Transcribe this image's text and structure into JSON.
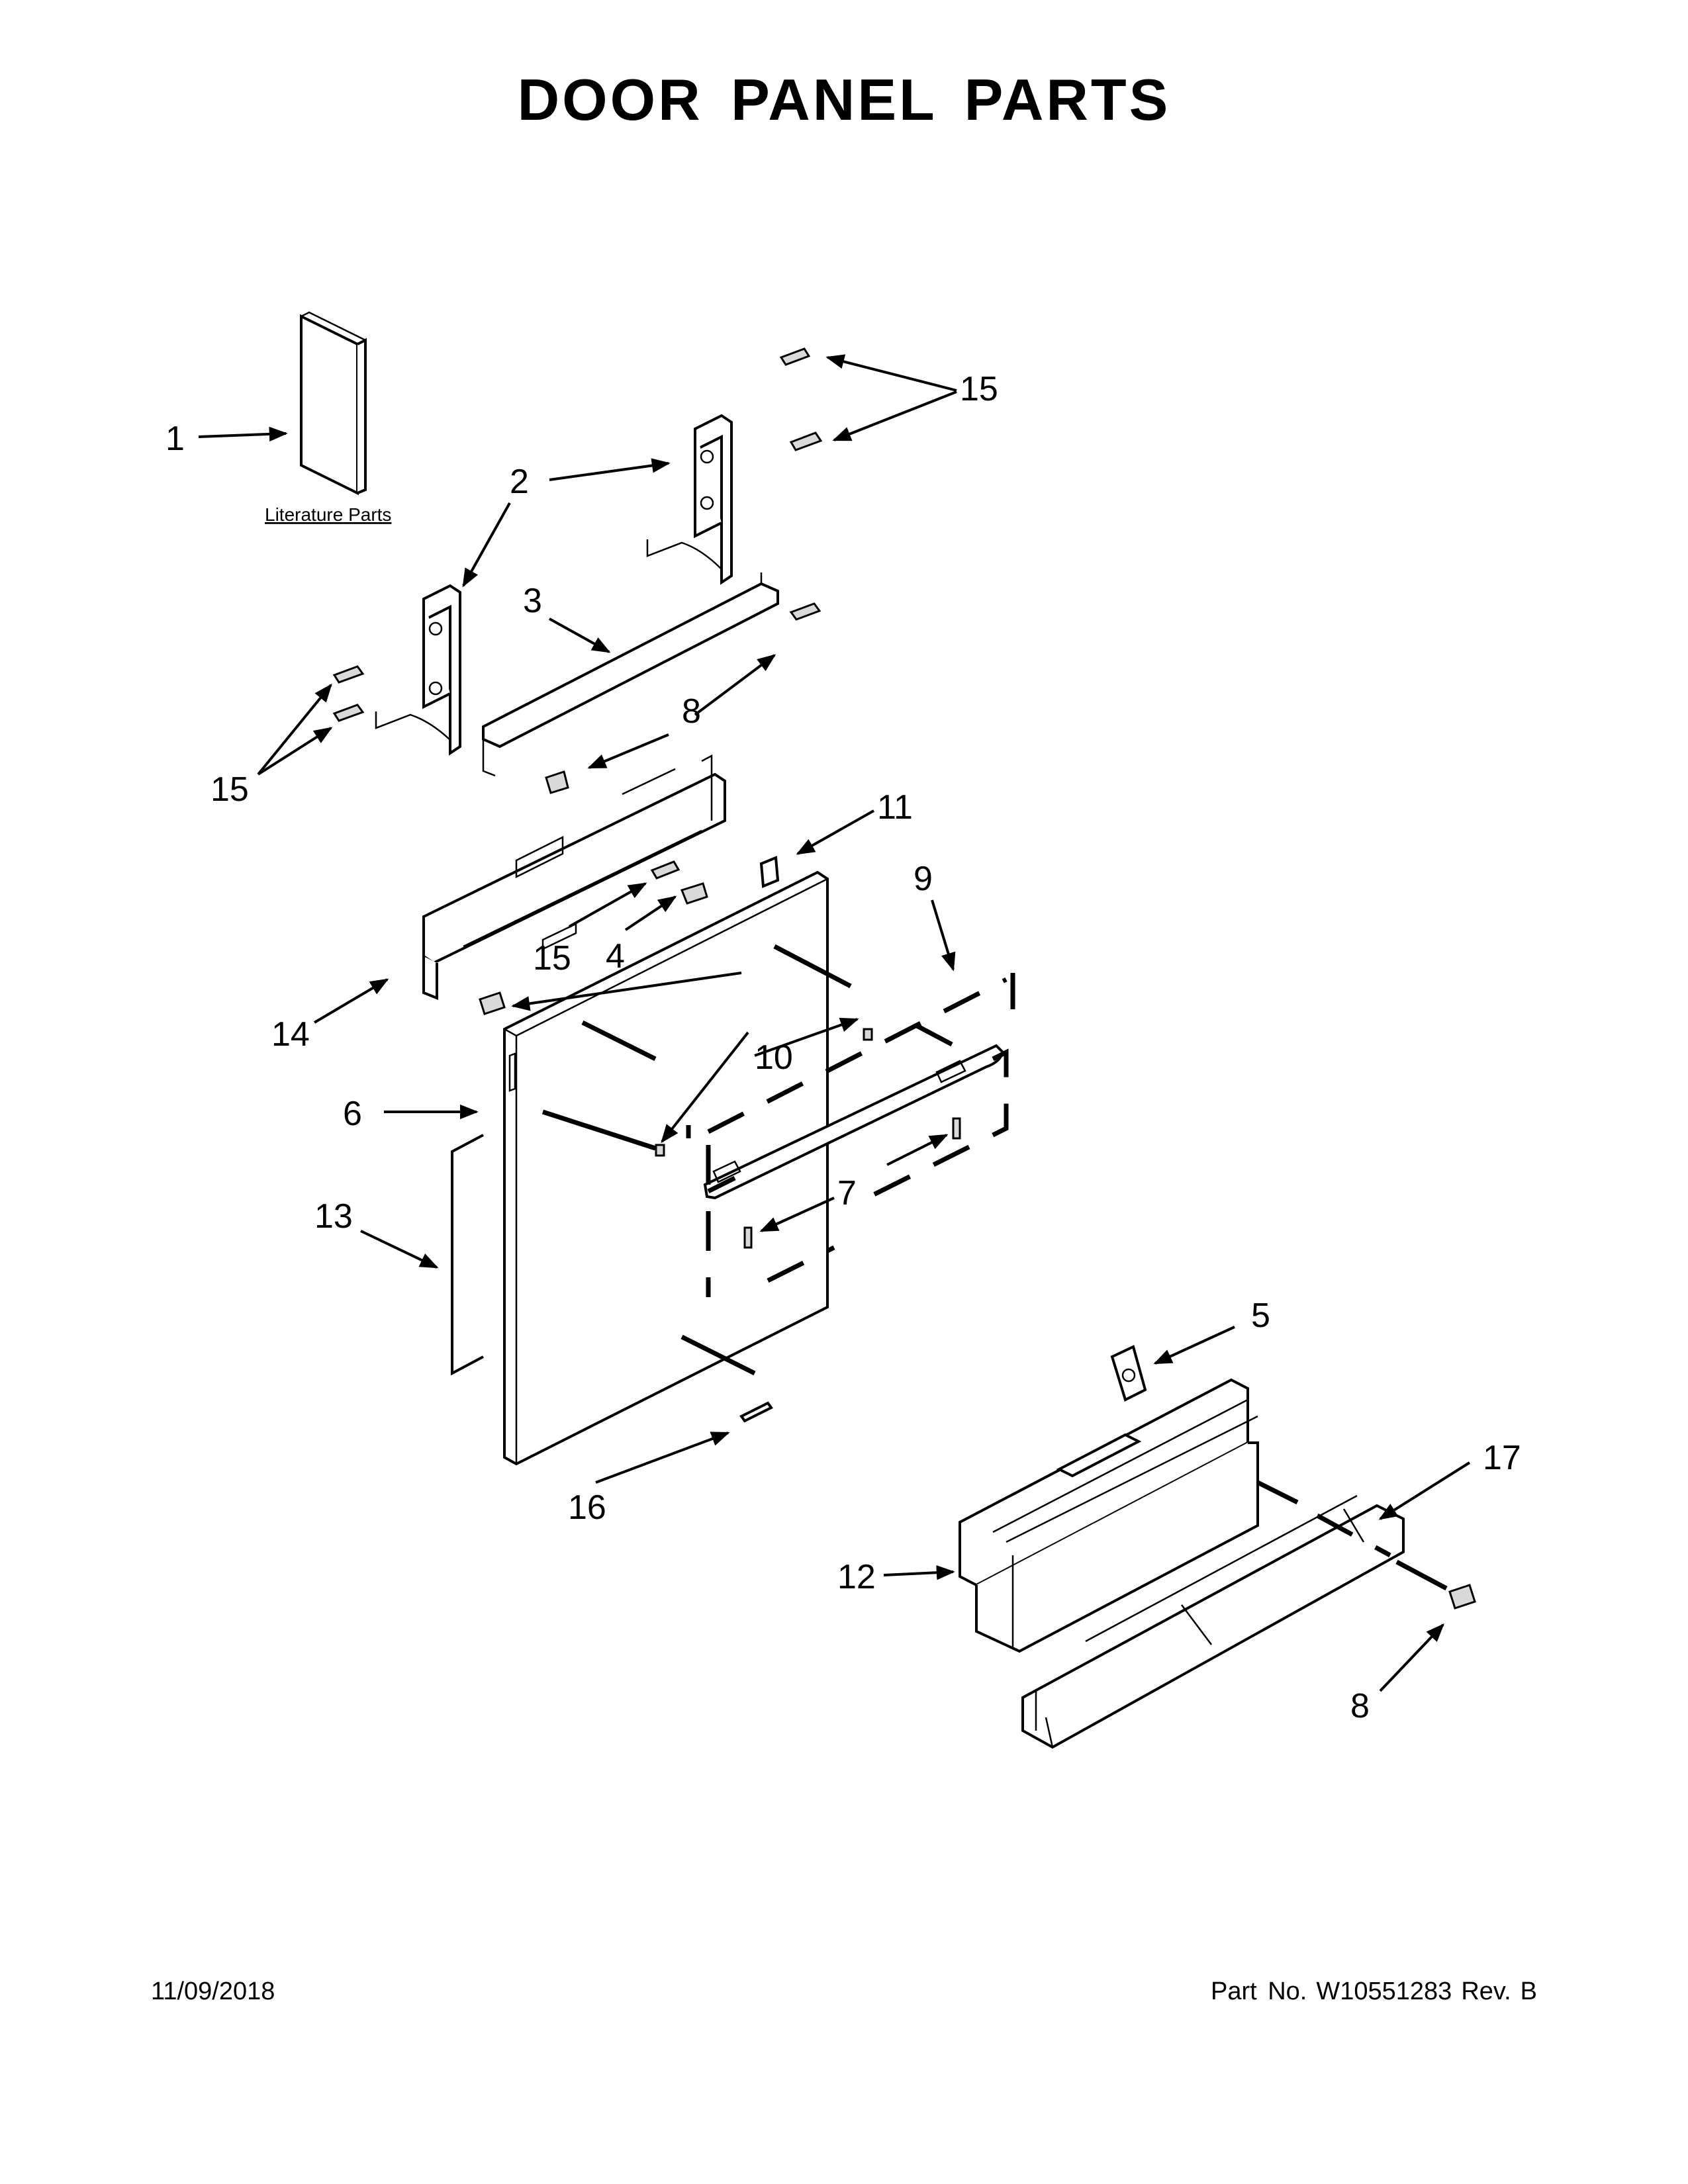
{
  "title": "DOOR PANEL PARTS",
  "footer": {
    "date": "11/09/2018",
    "part_no_label": "Part No.",
    "part_no": "W10551283",
    "rev_label": "Rev.",
    "rev": "B"
  },
  "literature_label": "Literature Parts",
  "callouts": {
    "c1": "1",
    "c2": "2",
    "c3": "3",
    "c4": "4",
    "c5": "5",
    "c6": "6",
    "c7": "7",
    "c8a": "8",
    "c8b": "8",
    "c9": "9",
    "c10": "10",
    "c11": "11",
    "c12": "12",
    "c13": "13",
    "c14": "14",
    "c15a": "15",
    "c15b": "15",
    "c15c": "15",
    "c16": "16",
    "c17": "17"
  }
}
